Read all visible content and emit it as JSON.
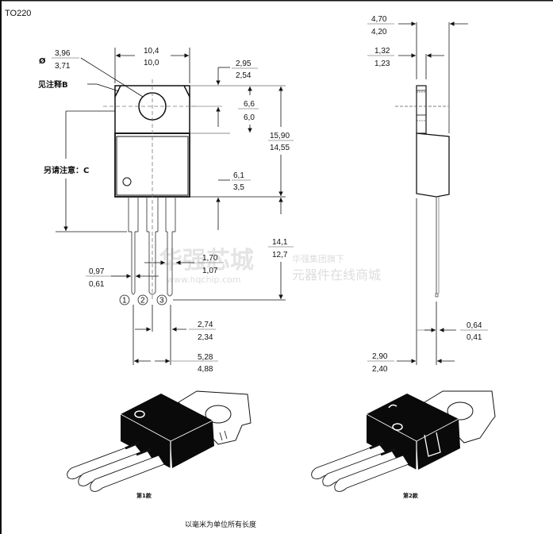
{
  "title": "TO220",
  "front_view": {
    "hole_diameter": {
      "symbol": "Ø",
      "max": "3,96",
      "min": "3,71"
    },
    "note_b": "见注释B",
    "note_c": "另请注意：C",
    "width": {
      "max": "10,4",
      "min": "10,0"
    },
    "tab_top": {
      "max": "2,95",
      "min": "2,54"
    },
    "tab_height": {
      "max": "6,6",
      "min": "6,0"
    },
    "body_height": {
      "max": "15,90",
      "min": "14,55"
    },
    "lead_shoulder": {
      "max": "6,1",
      "min": "3,5"
    },
    "lead_length": {
      "max": "14,1",
      "min": "12,7"
    },
    "lead_width_wide": {
      "max": "1,70",
      "min": "1,07"
    },
    "lead_width": {
      "max": "0,97",
      "min": "0,61"
    },
    "pitch": {
      "max": "2,74",
      "min": "2,34"
    },
    "pitch_total": {
      "max": "5,28",
      "min": "4,88"
    },
    "pins": [
      "1",
      "2",
      "3"
    ]
  },
  "side_view": {
    "thickness": {
      "max": "4,70",
      "min": "4,20"
    },
    "tab_thickness": {
      "max": "1,32",
      "min": "1,23"
    },
    "lead_thickness": {
      "max": "0,64",
      "min": "0,41"
    },
    "lead_offset": {
      "max": "2,90",
      "min": "2,40"
    }
  },
  "watermark": {
    "brand": "华强芯城",
    "url": "www.hqchip.com",
    "tagline1": "华强集团旗下",
    "tagline2": "元器件在线商城"
  },
  "packages": [
    {
      "caption": "第1款"
    },
    {
      "caption": "第2款"
    }
  ],
  "footer_note": "以毫米为单位所有长度"
}
